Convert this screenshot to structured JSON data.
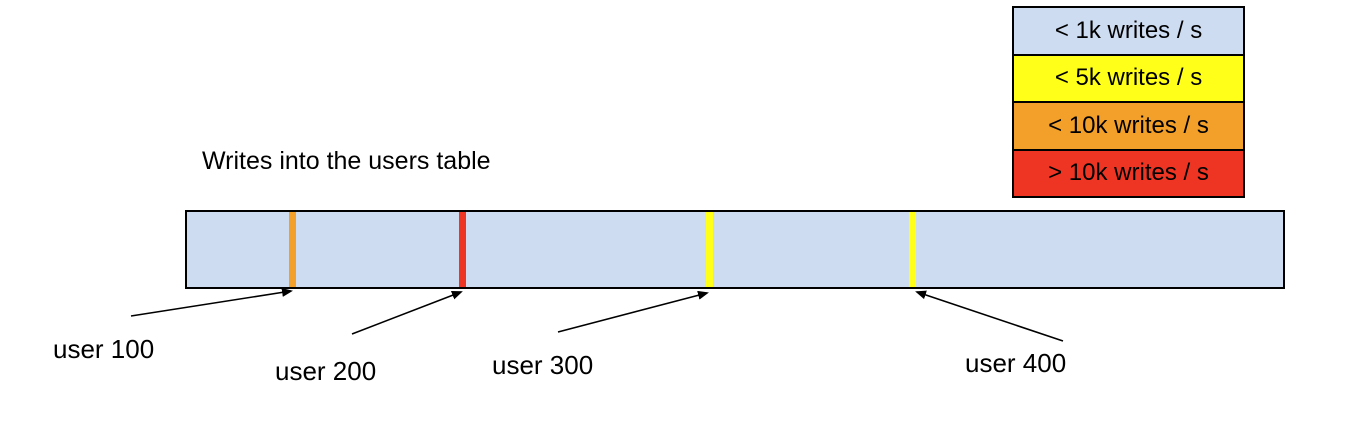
{
  "title": "Writes into the users table",
  "legend": {
    "items": [
      {
        "label": "< 1k writes / s",
        "color": "#cedcf1"
      },
      {
        "label": "< 5k writes / s",
        "color": "#ffff1a"
      },
      {
        "label": "< 10k writes / s",
        "color": "#f2a02a"
      },
      {
        "label": "> 10k writes / s",
        "color": "#ee3524"
      }
    ]
  },
  "diagram": {
    "bar_fill": "#cedcf1",
    "bar_border": "#000000",
    "marks": [
      {
        "user": "user 100",
        "rate": "< 10k writes / s",
        "color": "#f2a02a"
      },
      {
        "user": "user 200",
        "rate": "> 10k writes / s",
        "color": "#ee3524"
      },
      {
        "user": "user 300",
        "rate": "< 5k writes / s",
        "color": "#ffff1a"
      },
      {
        "user": "user 400",
        "rate": "< 5k writes / s",
        "color": "#ffff1a"
      }
    ]
  }
}
